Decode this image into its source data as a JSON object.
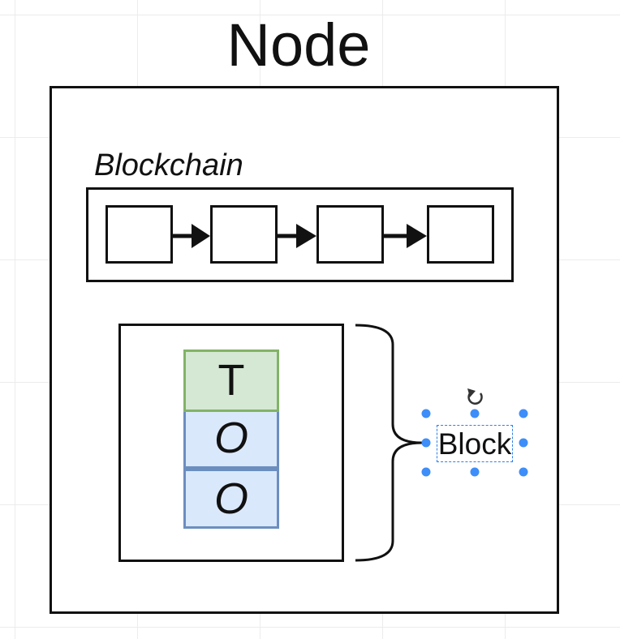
{
  "diagram": {
    "title": "Node",
    "blockchain": {
      "label": "Blockchain",
      "blocks": [
        "",
        "",
        "",
        ""
      ]
    },
    "block_contents": [
      {
        "text": "T",
        "kind": "transaction",
        "fill": "#d5e8d4",
        "stroke": "#82b366"
      },
      {
        "text": "O",
        "kind": "output",
        "fill": "#dae8fc",
        "stroke": "#6c8ebf"
      },
      {
        "text": "O",
        "kind": "output",
        "fill": "#dae8fc",
        "stroke": "#6c8ebf"
      }
    ],
    "brace_label": "Block"
  },
  "colors": {
    "stroke": "#111111",
    "selection": "#3d8ef8"
  }
}
